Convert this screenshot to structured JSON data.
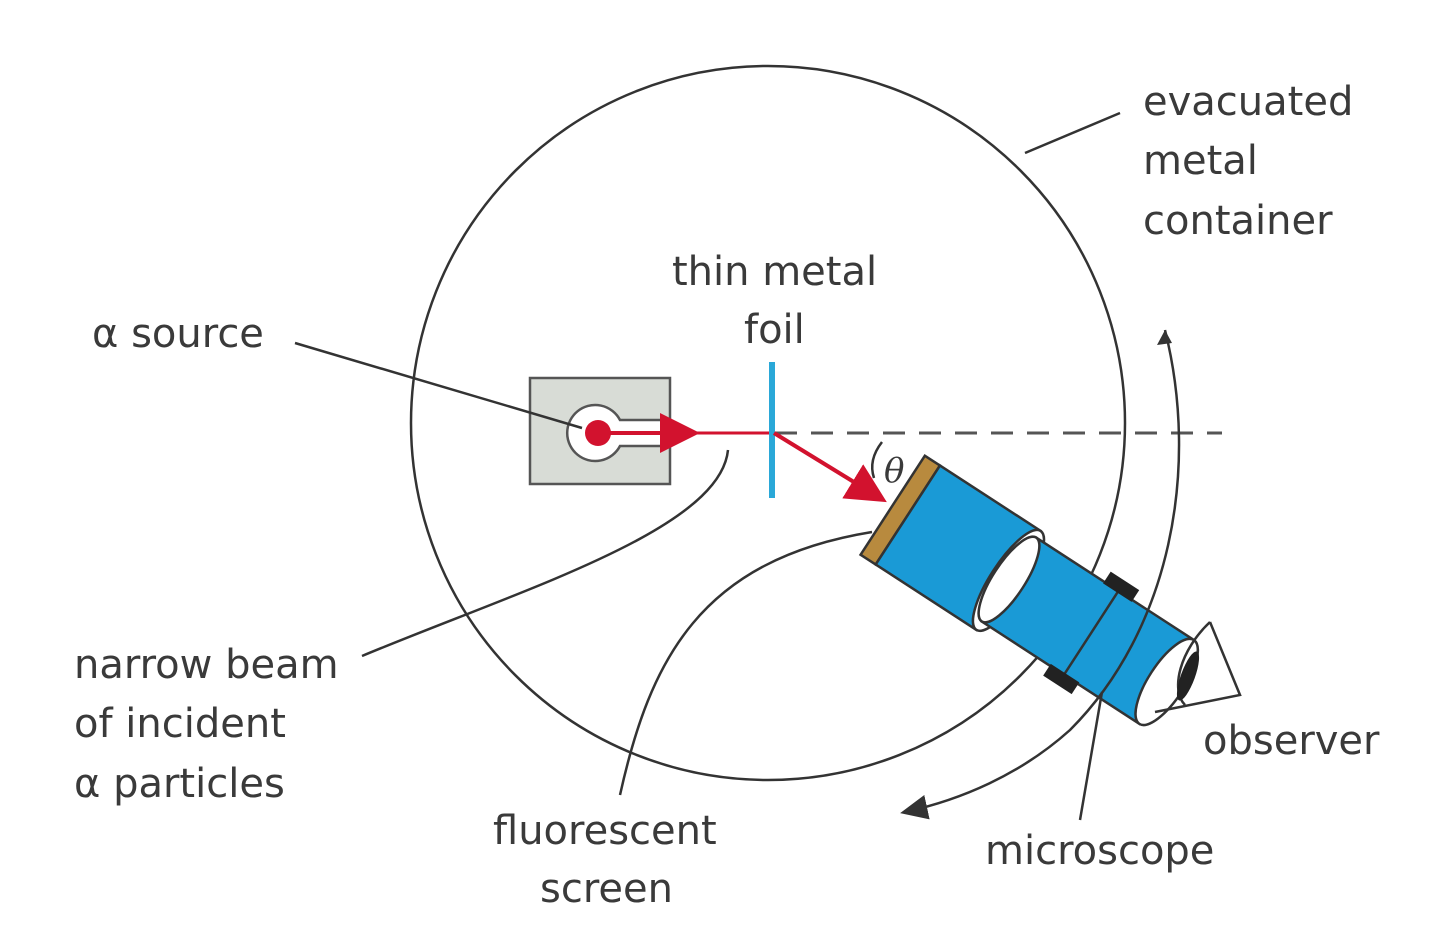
{
  "labels": {
    "alpha_source": "α source",
    "thin_metal_foil": [
      "thin metal",
      "foil"
    ],
    "evacuated_container": [
      "evacuated",
      "metal",
      "container"
    ],
    "narrow_beam": [
      "narrow beam",
      "of incident",
      "α particles"
    ],
    "fluorescent_screen": [
      "fluorescent",
      "screen"
    ],
    "microscope": "microscope",
    "observer": "observer",
    "angle_symbol": "θ"
  },
  "colors": {
    "beam": "#d2122e",
    "foil": "#2aa8d8",
    "microscope_body": "#1a9ad6",
    "screen": "#b88a3e",
    "source_block": "#d8dcd6",
    "outline": "#333333"
  }
}
